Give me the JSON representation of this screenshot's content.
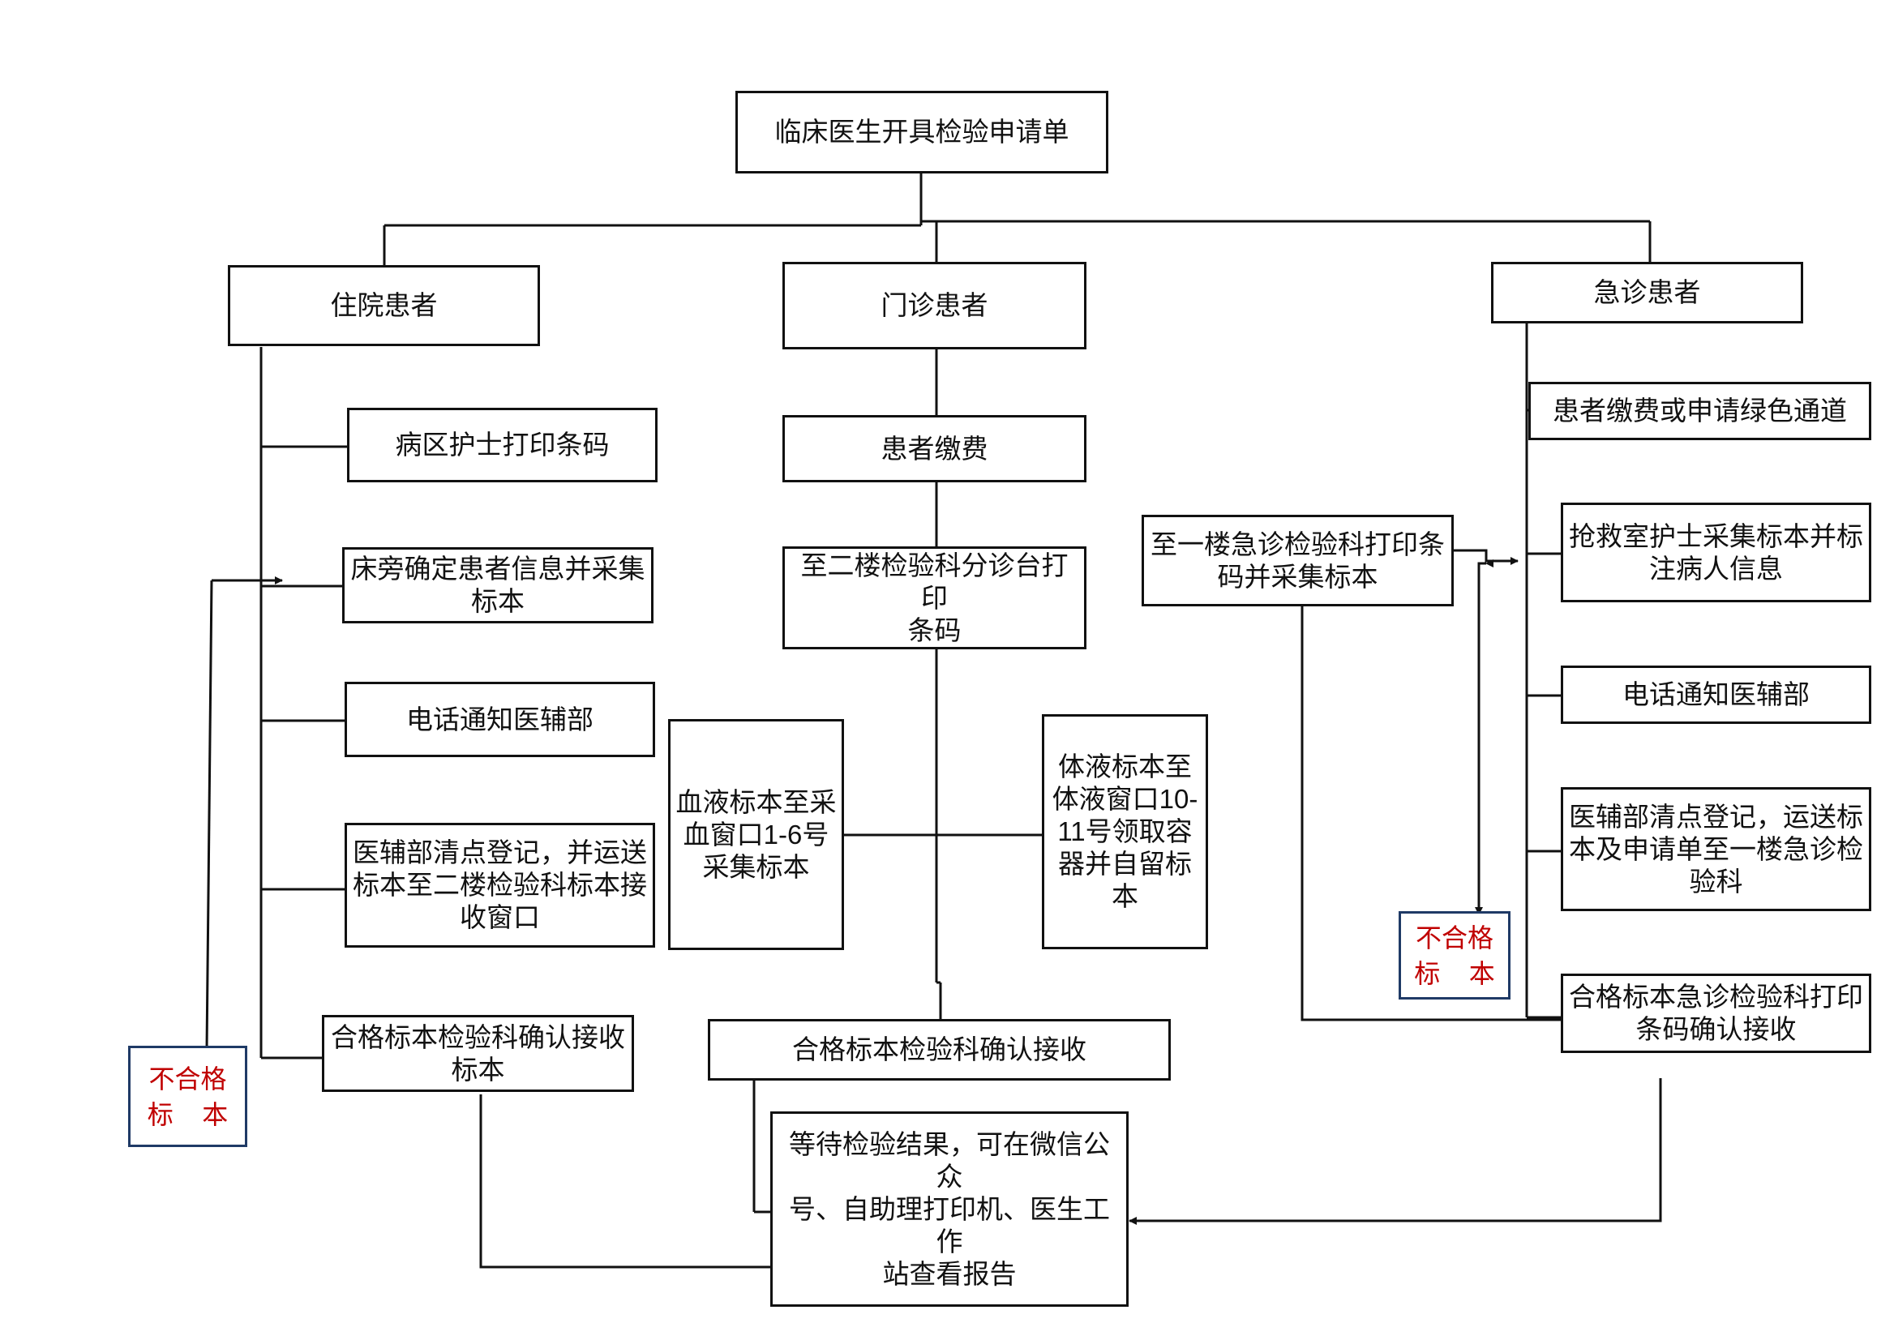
{
  "nodes": {
    "start": "临床医生开具检验申请单",
    "inpatient": "住院患者",
    "outpatient": "门诊患者",
    "emergency": "急诊患者",
    "ward_nurse_print": "病区护士打印条码",
    "bedside_collect": "床旁确定患者信息并采集\n标本",
    "inpatient_phone": "电话通知医辅部",
    "inpatient_transport": "医辅部清点登记，并运送\n标本至二楼检验科标本接\n收窗口",
    "inpatient_accept": "合格标本检验科确认接收\n标本",
    "outpatient_pay": "患者缴费",
    "outpatient_print": "至二楼检验科分诊台打印\n条码",
    "blood_window": "血液标本至采\n血窗口1-6号\n采集标本",
    "fluid_window": "体液标本至\n体液窗口10-\n11号领取容\n器并自留标\n本",
    "outpatient_accept": "合格标本检验科确认接收",
    "wait_result": "等待检验结果，可在微信公众\n号、自助理打印机、医生工作\n站查看报告",
    "emergency_pay": "患者缴费或申请绿色通道",
    "emergency_lab_print": "至一楼急诊检验科打印条\n码并采集标本",
    "rescue_nurse": "抢救室护士采集标本并标\n注病人信息",
    "emergency_phone": "电话通知医辅部",
    "emergency_transport": "医辅部清点登记，运送标\n本及申请单至一楼急诊检\n验科",
    "emergency_accept": "合格标本急诊检验科打印\n条码确认接收",
    "reject_left": "不合格\n标    本",
    "reject_right": "不合格\n标    本"
  },
  "colors": {
    "line": "#111111",
    "reject_text": "#c00000",
    "reject_border": "#1f3a66"
  }
}
